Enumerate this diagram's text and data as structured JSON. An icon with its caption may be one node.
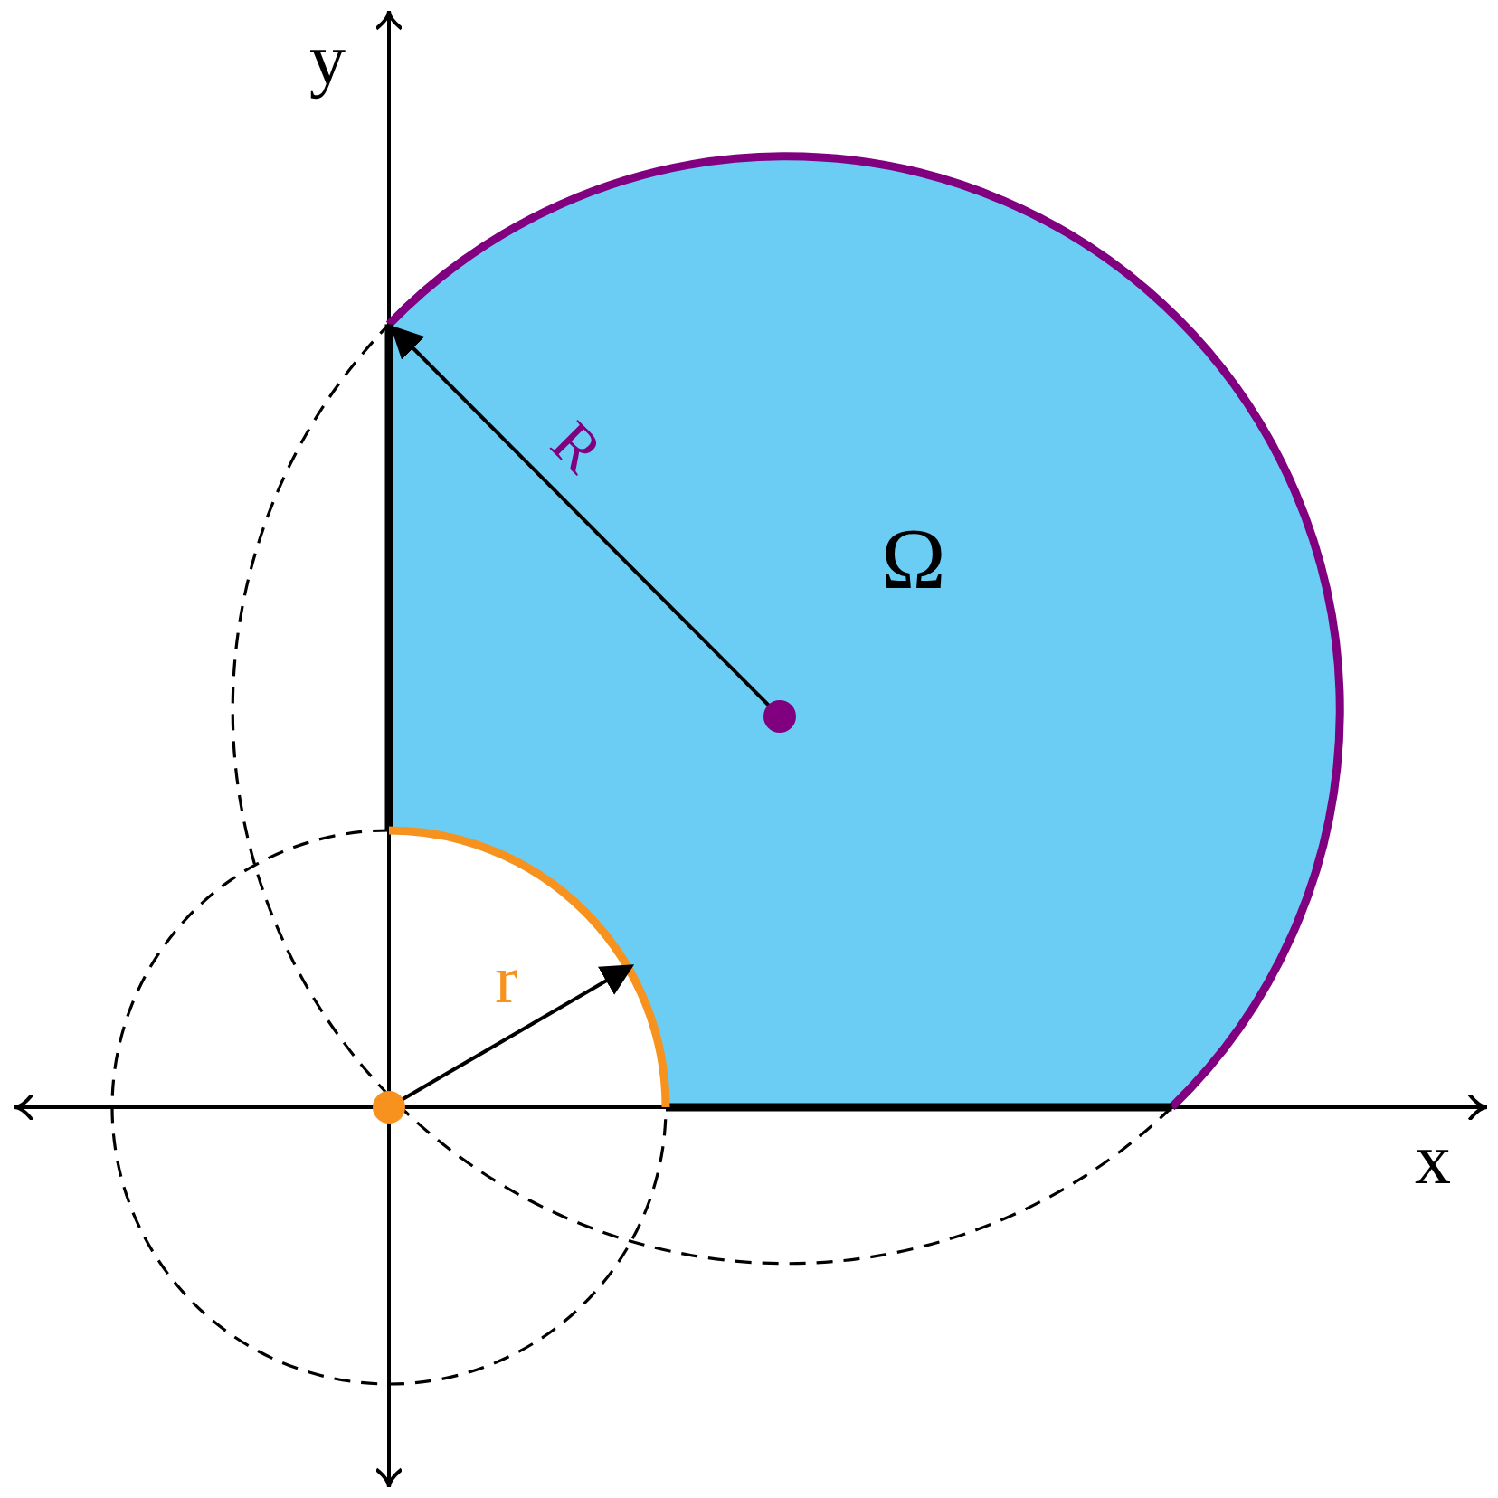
{
  "diagram": {
    "labels": [
      "y",
      "R",
      "Ω",
      "r",
      "x"
    ]
  }
}
